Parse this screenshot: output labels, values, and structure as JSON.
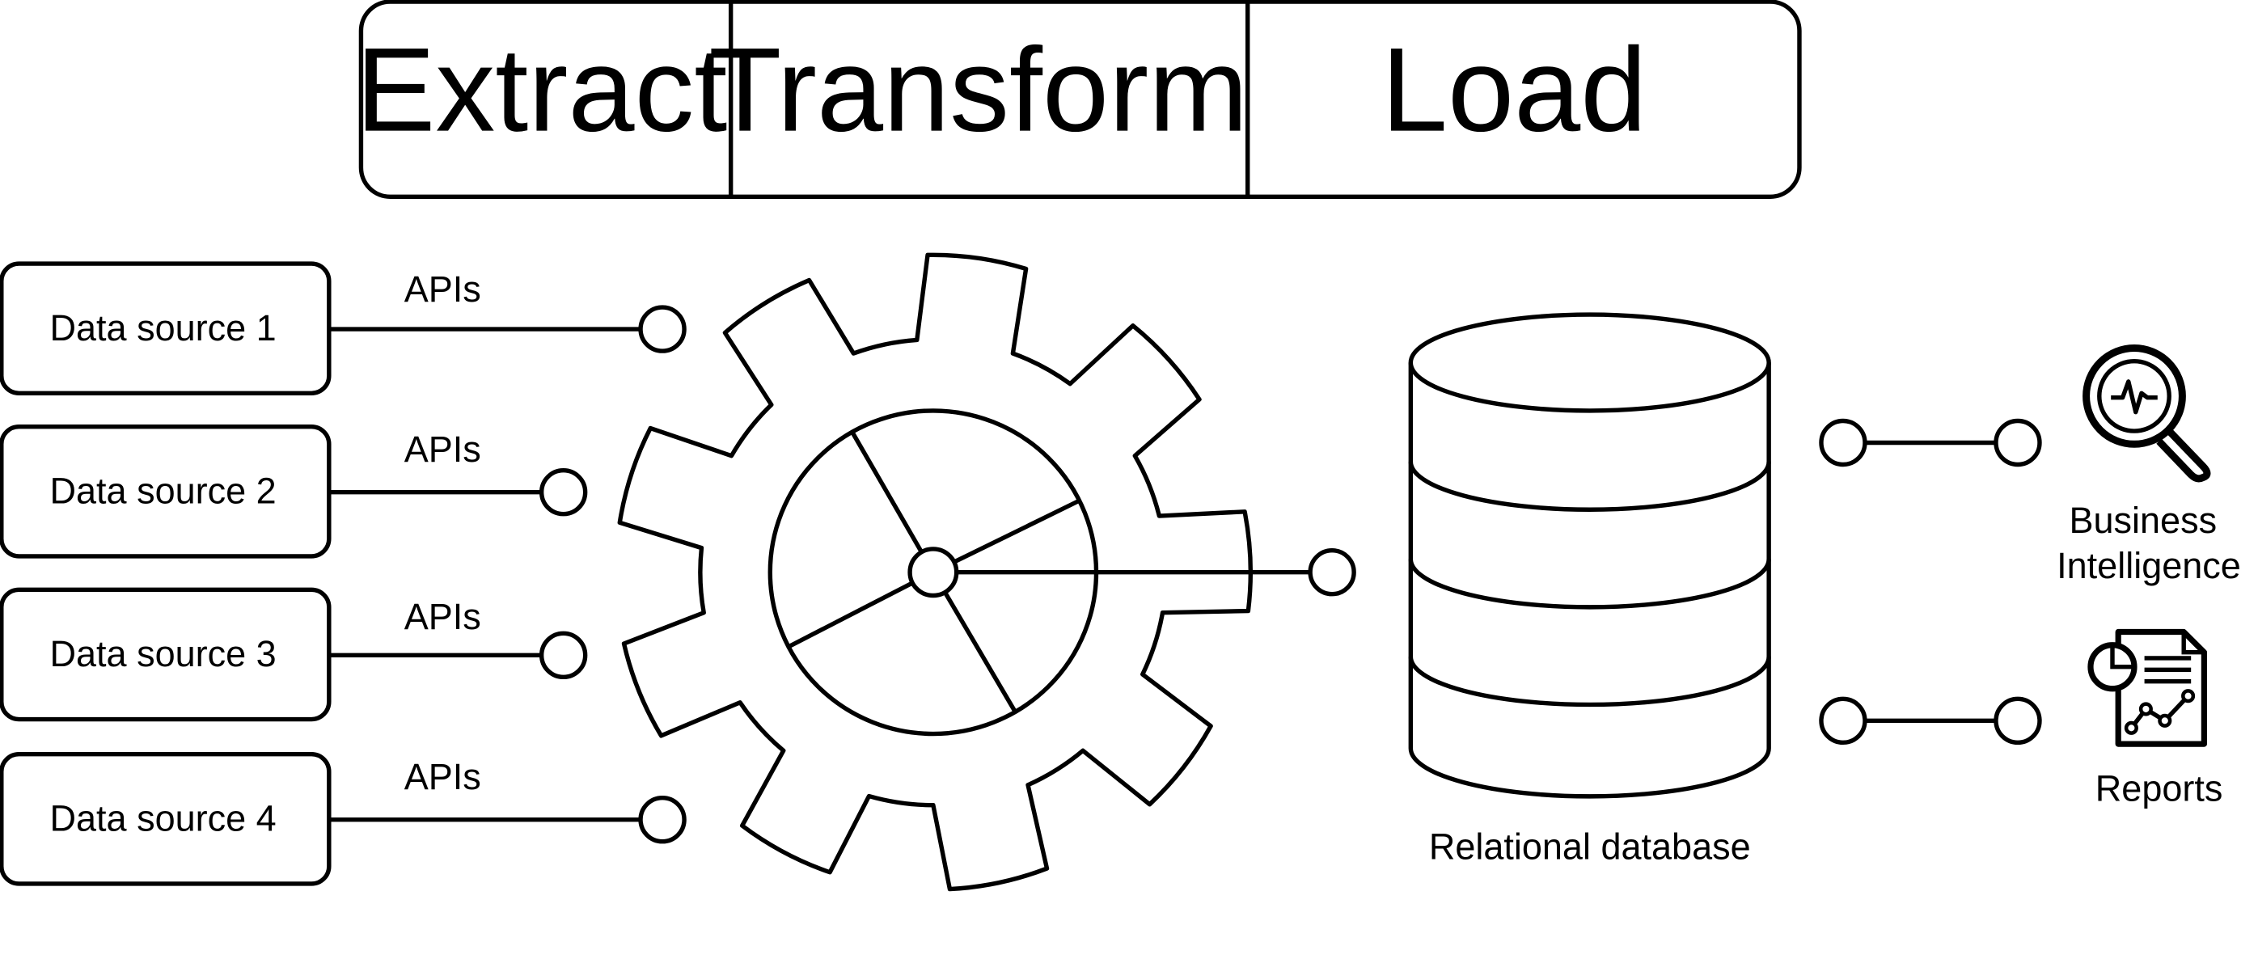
{
  "phases": [
    {
      "label": "Extract"
    },
    {
      "label": "Transform"
    },
    {
      "label": "Load"
    }
  ],
  "sources": [
    {
      "label": "Data source 1",
      "connector": "APIs"
    },
    {
      "label": "Data source 2",
      "connector": "APIs"
    },
    {
      "label": "Data source 3",
      "connector": "APIs"
    },
    {
      "label": "Data source 4",
      "connector": "APIs"
    }
  ],
  "transform": {
    "icon": "gear-icon"
  },
  "database": {
    "label": "Relational database",
    "icon": "cylinder-database-icon"
  },
  "outputs": [
    {
      "label_lines": [
        "Business",
        "Intelligence"
      ],
      "icon": "magnifier-analytics-icon"
    },
    {
      "label_lines": [
        "Reports"
      ],
      "icon": "report-chart-icon"
    }
  ],
  "colors": {
    "stroke": "#000000",
    "background": "#ffffff"
  }
}
